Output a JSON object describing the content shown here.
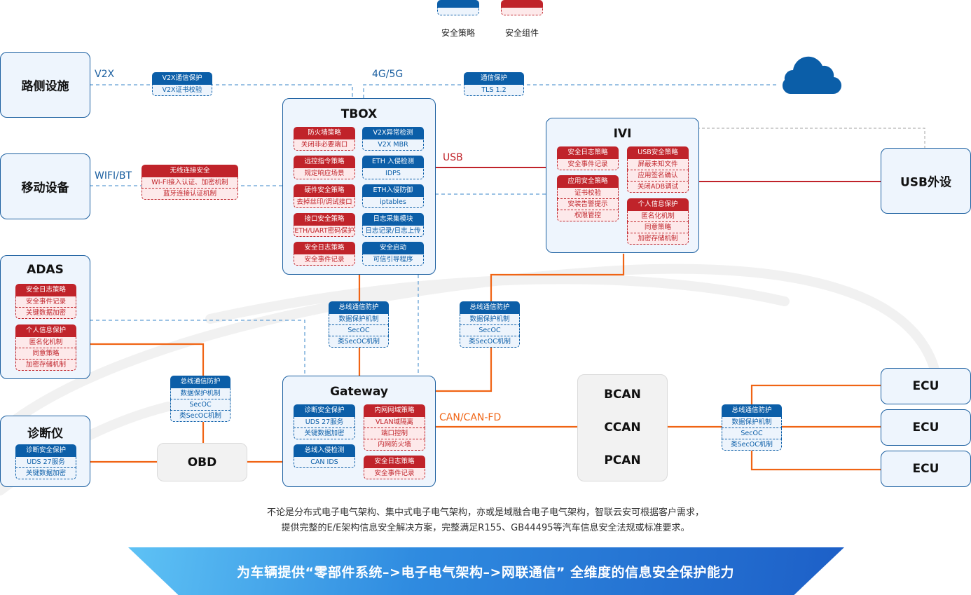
{
  "legend": [
    {
      "label": "安全策略",
      "color": "#0b5ea8",
      "light": "#edf4fc"
    },
    {
      "label": "安全组件",
      "color": "#c0232a",
      "light": "#fde9ea"
    }
  ],
  "colors": {
    "blue": "#0b5ea8",
    "red": "#c0232a",
    "orange": "#f06414",
    "dashed_blue": "#7aaedb",
    "node_bg": "#eef5fd"
  },
  "nodes": {
    "roadside": "路侧设施",
    "mobile": "移动设备",
    "adas": "ADAS",
    "diag_tool": "诊断仪",
    "tbox": "TBOX",
    "ivi": "IVI",
    "usb_device": "USB外设",
    "gateway": "Gateway",
    "obd": "OBD",
    "can_bus": [
      "BCAN",
      "CCAN",
      "PCAN"
    ],
    "ecu": [
      "ECU",
      "ECU",
      "ECU"
    ],
    "cloud": "cloud-icon"
  },
  "links": {
    "v2x": "V2X",
    "wifi_bt": "WIFI/BT",
    "g45": "4G/5G",
    "usb": "USB",
    "can": "CAN/CAN-FD"
  },
  "cards": {
    "v2x_protect": {
      "title": "V2X通信保护",
      "items": [
        "V2X证书校验"
      ]
    },
    "tls": {
      "title": "通信保护",
      "items": [
        "TLS 1.2"
      ]
    },
    "wireless": {
      "title": "无线连接安全",
      "items": [
        "WI-FI接入认证、加密机制",
        "蓝牙连接认证机制"
      ]
    },
    "tbox_left": [
      {
        "title": "防火墙策略",
        "items": [
          "关闭非必要端口"
        ]
      },
      {
        "title": "远控指令策略",
        "items": [
          "规定响应场景"
        ]
      },
      {
        "title": "硬件安全策略",
        "items": [
          "去掉丝印/调试接口"
        ]
      },
      {
        "title": "接口安全策略",
        "items": [
          "ETH/UART密码保护"
        ]
      },
      {
        "title": "安全日志策略",
        "items": [
          "安全事件记录"
        ]
      }
    ],
    "tbox_right": [
      {
        "title": "V2X异常检测",
        "items": [
          "V2X MBR"
        ]
      },
      {
        "title": "ETH 入侵检测",
        "items": [
          "IDPS"
        ]
      },
      {
        "title": "ETH入侵防御",
        "items": [
          "iptables"
        ]
      },
      {
        "title": "日志采集模块",
        "items": [
          "日志记录/日志上传"
        ]
      },
      {
        "title": "安全启动",
        "items": [
          "可信引导程序"
        ]
      }
    ],
    "ivi_left": [
      {
        "title": "安全日志策略",
        "items": [
          "安全事件记录"
        ]
      },
      {
        "title": "应用安全策略",
        "items": [
          "证书校验",
          "安装告警提示",
          "权限管控"
        ]
      }
    ],
    "ivi_right": [
      {
        "title": "USB安全策略",
        "items": [
          "屏蔽未知文件",
          "应用签名确认",
          "关闭ADB调试"
        ]
      },
      {
        "title": "个人信息保护",
        "items": [
          "匿名化机制",
          "同意策略",
          "加密存储机制"
        ]
      }
    ],
    "adas": [
      {
        "title": "安全日志策略",
        "items": [
          "安全事件记录",
          "关键数据加密"
        ]
      },
      {
        "title": "个人信息保护",
        "items": [
          "匿名化机制",
          "同意策略",
          "加密存储机制"
        ]
      }
    ],
    "diag": {
      "title": "诊断安全保护",
      "items": [
        "UDS 27服务",
        "关键数据加密"
      ]
    },
    "bus_protect": {
      "title": "总线通信防护",
      "items": [
        "数据保护机制",
        "SecOC",
        "类SecOC机制"
      ]
    },
    "gateway_left": [
      {
        "title": "诊断安全保护",
        "items": [
          "UDS 27服务",
          "关键数据加密"
        ]
      },
      {
        "title": "总线入侵检测",
        "items": [
          "CAN IDS"
        ]
      }
    ],
    "gateway_right": [
      {
        "title": "内网网域策略",
        "items": [
          "VLAN域隔离",
          "端口控制",
          "内网防火墙"
        ]
      },
      {
        "title": "安全日志策略",
        "items": [
          "安全事件记录"
        ]
      }
    ]
  },
  "description": [
    "不论是分布式电子电气架构、集中式电子电气架构，亦或是域融合电子电气架构，智联云安可根据客户需求，",
    "提供完整的E/E架构信息安全解决方案，完整满足R155、GB44495等汽车信息安全法规或标准要求。"
  ],
  "banner": "为车辆提供“零部件系统–>电子电气架构–>网联通信” 全维度的信息安全保护能力"
}
